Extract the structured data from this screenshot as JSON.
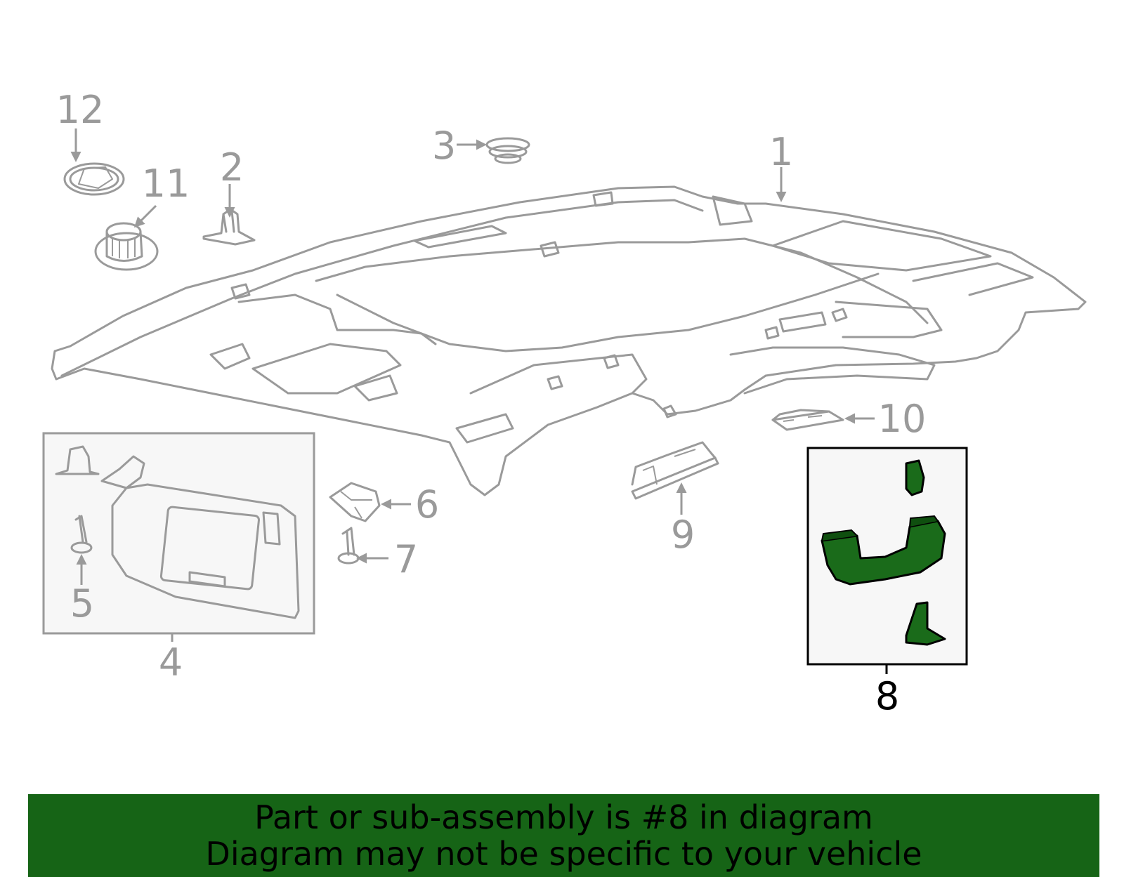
{
  "callouts": {
    "c1": "1",
    "c2": "2",
    "c3": "3",
    "c4": "4",
    "c5": "5",
    "c6": "6",
    "c7": "7",
    "c8": "8",
    "c9": "9",
    "c10": "10",
    "c11": "11",
    "c12": "12"
  },
  "highlight": {
    "part_number": "8",
    "color": "#1a6b1a"
  },
  "banner": {
    "line1": "Part or sub-assembly is #8 in diagram",
    "line2": "Diagram may not be specific to your vehicle",
    "background": "#166416"
  }
}
